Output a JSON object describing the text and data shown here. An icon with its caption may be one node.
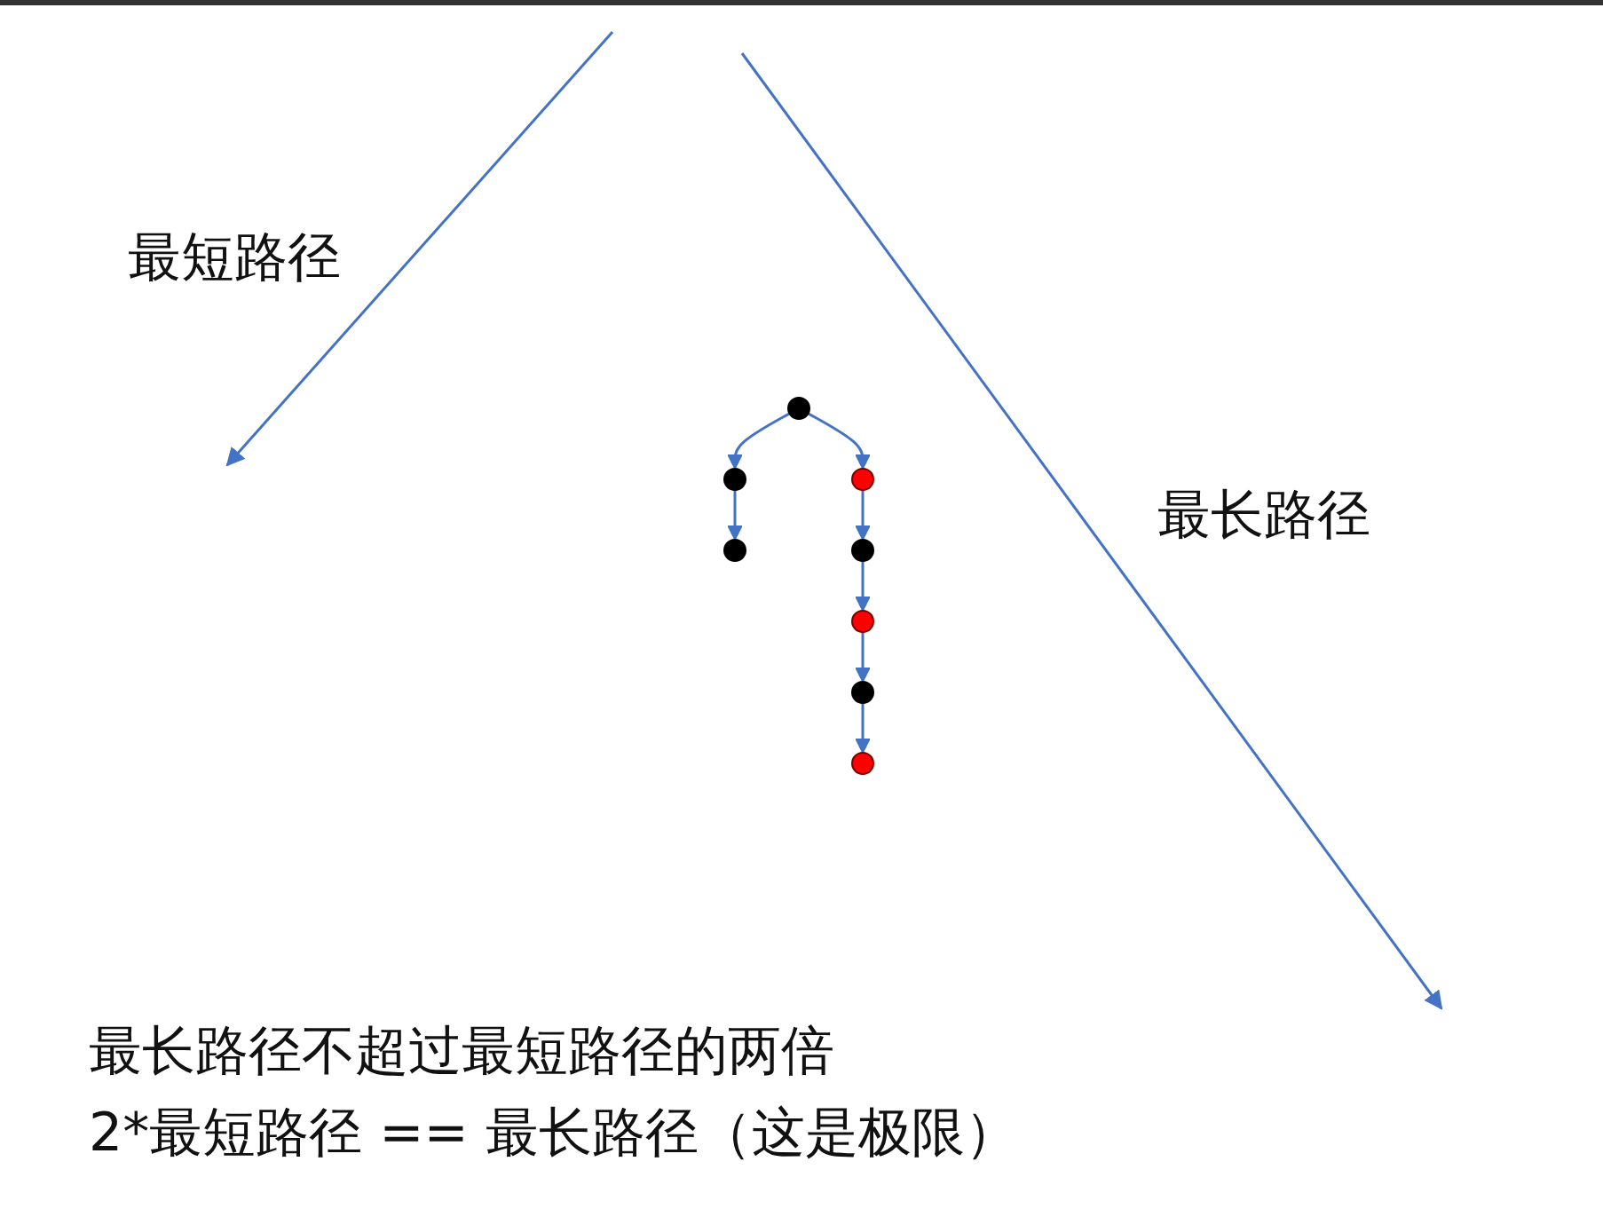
{
  "diagram": {
    "nodes": [
      {
        "text": [],
        "shape": "circle"
      },
      {
        "text": [],
        "shape": "circle"
      },
      {
        "text": [],
        "shape": "circle"
      },
      {
        "text": [],
        "shape": "circle"
      },
      {
        "text": [],
        "shape": "circle"
      },
      {
        "text": [],
        "shape": "circle"
      },
      {
        "text": [],
        "shape": "circle"
      },
      {
        "text": [],
        "shape": "circle"
      }
    ],
    "edges": [
      {
        "from": 0,
        "to": 1,
        "arrow": "to"
      },
      {
        "from": 0,
        "to": 2,
        "arrow": "to"
      },
      {
        "from": 1,
        "to": 3,
        "arrow": "to"
      },
      {
        "from": 2,
        "to": 4,
        "arrow": "to"
      },
      {
        "from": 4,
        "to": 5,
        "arrow": "to"
      },
      {
        "from": 5,
        "to": 6,
        "arrow": "to"
      },
      {
        "from": 6,
        "to": 7,
        "arrow": "to"
      }
    ],
    "labels": [
      "最短路径",
      "最长路径",
      "最长路径不超过最短路径的两倍",
      "2*最短路径 == 最长路径（这是极限）"
    ]
  }
}
